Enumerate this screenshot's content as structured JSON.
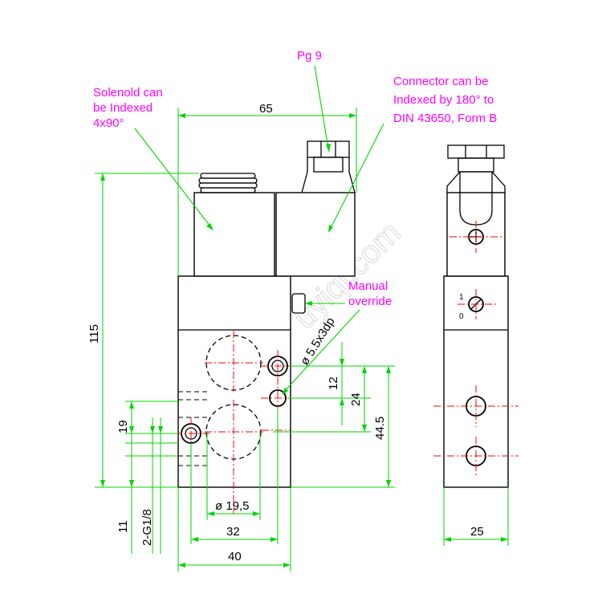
{
  "notes": {
    "pg": "Pg 9",
    "solenoid": [
      "Solenold can",
      "be Indexed",
      "4x90°"
    ],
    "connector": [
      "Connector can be",
      "Indexed by 180° to",
      "DIN 43650, Form B"
    ],
    "manual": [
      "Manual",
      "override"
    ]
  },
  "dims": {
    "width65": "65",
    "height115": "115",
    "port_dia": "ø 5.5x3dp",
    "d12": "12",
    "d24": "24",
    "d44_5": "44.5",
    "d19": "19",
    "d11": "11",
    "thread": "2-G1/8",
    "bore": "ø 19,5",
    "d32": "32",
    "d40": "40",
    "d25": "25"
  },
  "switch_labels": {
    "on": "1",
    "off": "0"
  },
  "watermark": "uyiqi.com",
  "colors": {
    "dimension": "#00d500",
    "note": "#ff00ff",
    "centerline": "#ff0000",
    "outline": "#000000"
  }
}
